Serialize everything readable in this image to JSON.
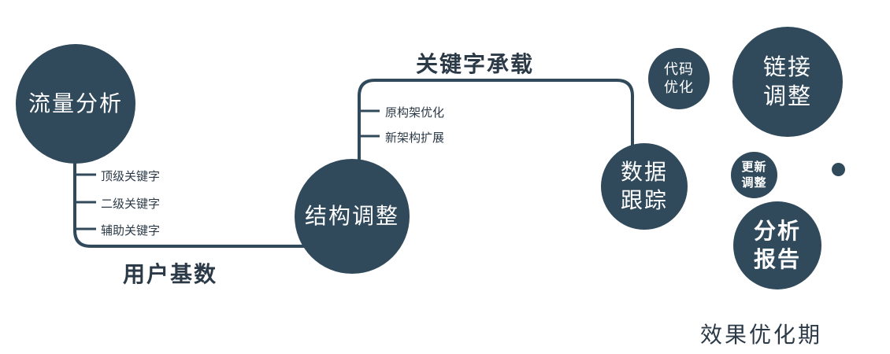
{
  "colors": {
    "accent": "#304a5c",
    "text_dark": "#2c3a47"
  },
  "nodes": {
    "traffic": {
      "lines": [
        "流量分析"
      ]
    },
    "structure": {
      "lines": [
        "结构调整"
      ]
    },
    "tracking": {
      "lines": [
        "数据",
        "跟踪"
      ]
    },
    "code": {
      "lines": [
        "代码",
        "优化"
      ]
    },
    "link": {
      "lines": [
        "链接",
        "调整"
      ]
    },
    "update": {
      "lines": [
        "更新",
        "调整"
      ]
    },
    "report": {
      "lines": [
        "分析",
        "报告"
      ]
    }
  },
  "edge_labels": {
    "user_base": "用户基数",
    "keyword_carrying": "关键字承载"
  },
  "left_ticks": [
    "顶级关键字",
    "二级关键字",
    "辅助关键字"
  ],
  "mid_ticks": [
    "原构架优化",
    "新架构扩展"
  ],
  "footer": "效果优化期"
}
